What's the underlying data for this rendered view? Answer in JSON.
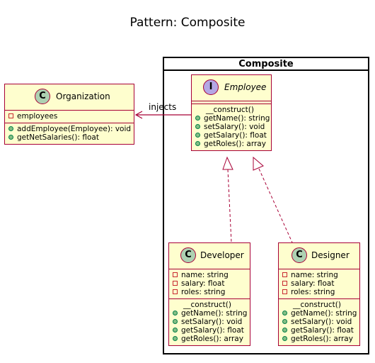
{
  "diagram": {
    "title": "Pattern: Composite",
    "package": {
      "name": "Composite"
    },
    "classes": {
      "organization": {
        "stereotype": "C",
        "name": "Organization",
        "fields": [
          "employees"
        ],
        "methods": [
          "addEmployee(Employee): void",
          "getNetSalaries(): float"
        ]
      },
      "employee": {
        "stereotype": "I",
        "name": "Employee",
        "methods_plain": [
          "__construct()"
        ],
        "methods": [
          "getName(): string",
          "setSalary(): void",
          "getSalary(): float",
          "getRoles(): array"
        ]
      },
      "developer": {
        "stereotype": "C",
        "name": "Developer",
        "fields": [
          "name: string",
          "salary: float",
          "roles: string"
        ],
        "methods_plain": [
          "__construct()"
        ],
        "methods": [
          "getName(): string",
          "setSalary(): void",
          "getSalary(): float",
          "getRoles(): array"
        ]
      },
      "designer": {
        "stereotype": "C",
        "name": "Designer",
        "fields": [
          "name: string",
          "salary: float",
          "roles: string"
        ],
        "methods_plain": [
          "__construct()"
        ],
        "methods": [
          "getName(): string",
          "setSalary(): void",
          "getSalary(): float",
          "getRoles(): array"
        ]
      }
    },
    "relations": {
      "injects_label": "injects"
    },
    "colors": {
      "class_fill": "#fefece",
      "class_border": "#a80036",
      "class_stereo": "#add1b2",
      "interface_stereo": "#b4a7e5"
    }
  }
}
